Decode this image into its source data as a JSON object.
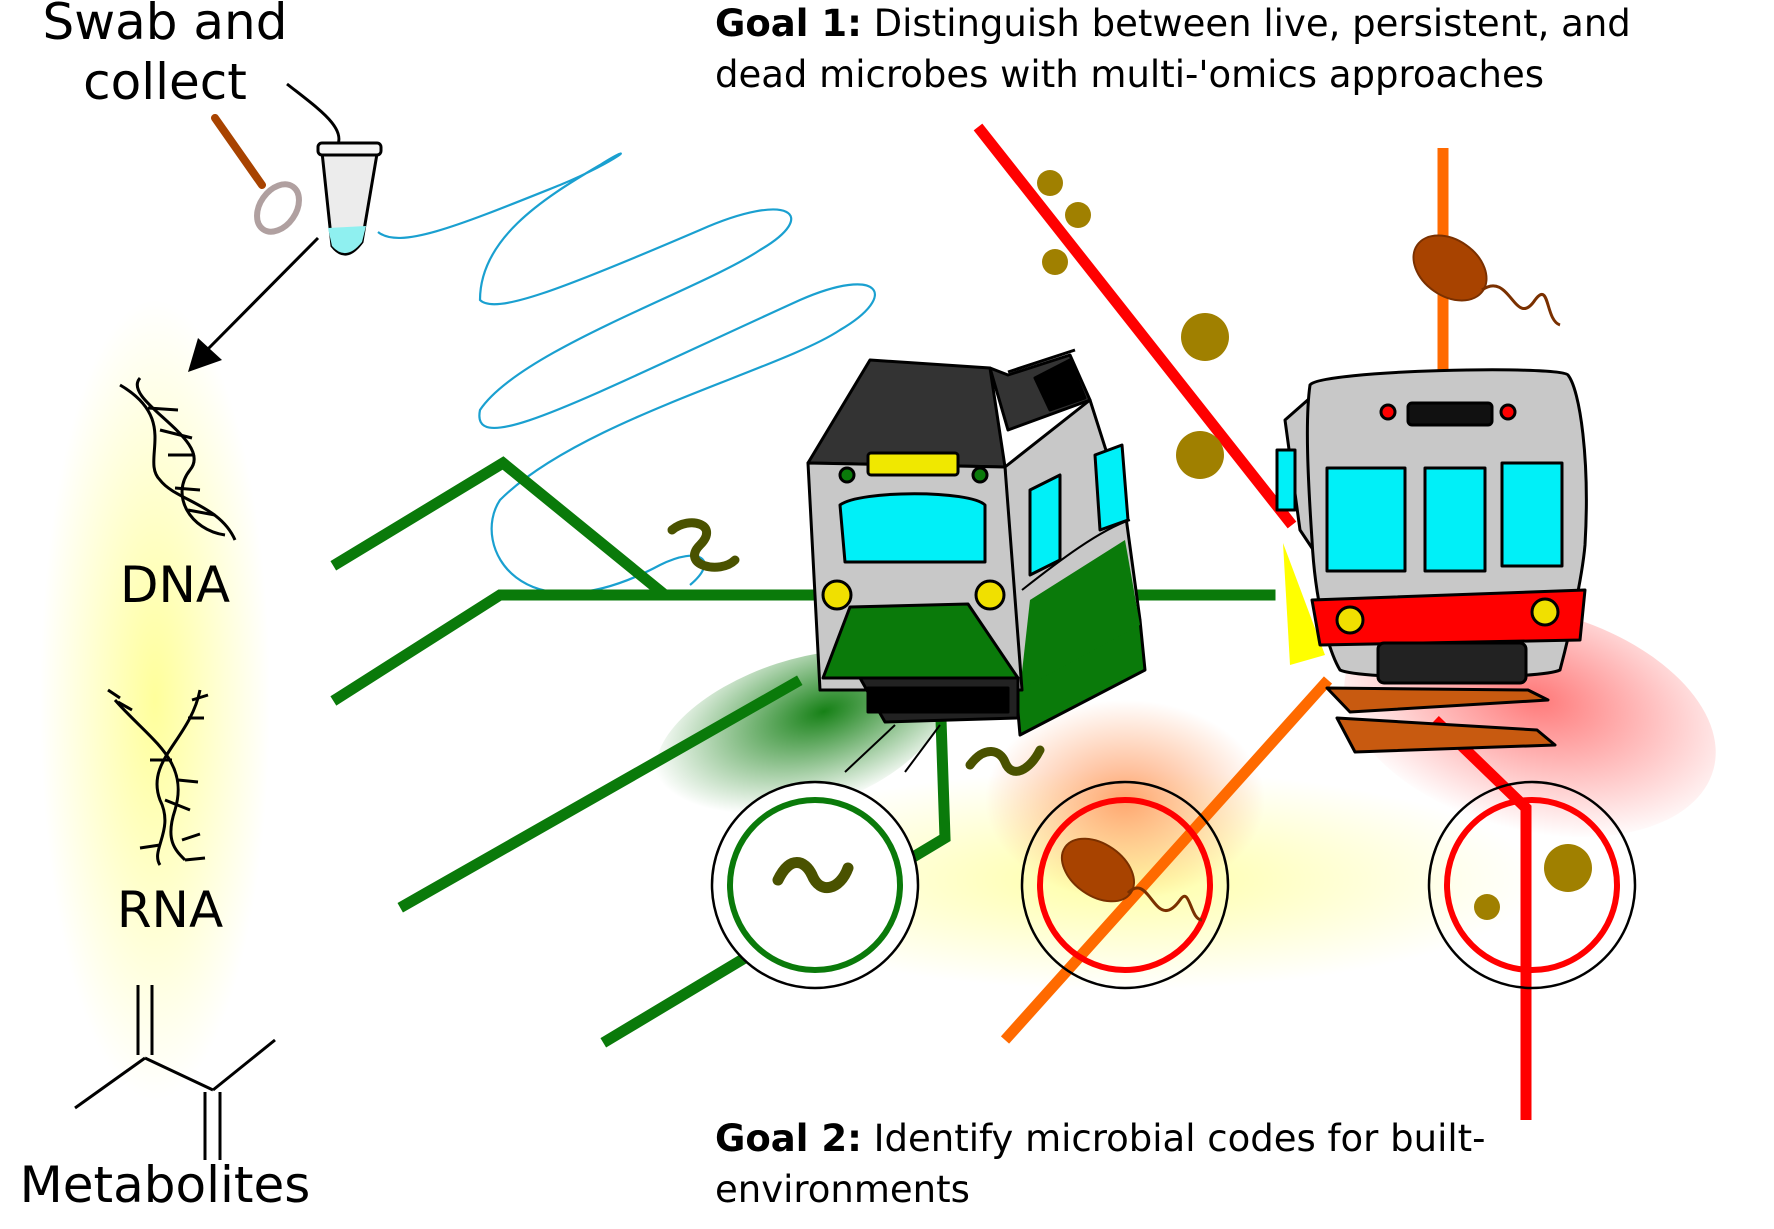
{
  "labels": {
    "swab_and_collect": "Swab and collect",
    "dna": "DNA",
    "rna": "RNA",
    "metabolites": "Metabolites"
  },
  "goals": {
    "goal1": {
      "label": "Goal 1:",
      "text": "Distinguish between live, persistent, and dead microbes with multi-'omics approaches"
    },
    "goal2": {
      "label": "Goal 2:",
      "text": "Identify microbial codes for built-environments"
    }
  },
  "colors": {
    "green_line": "#0a7a0a",
    "red_line": "#ff0000",
    "orange_line": "#ff6a00",
    "blue_thread": "#1aa0d0",
    "dark_green_microbe": "#4a5200",
    "brown_bacterium": "#a84300",
    "cocci": "#a08000",
    "train_body": "#c8c8c8",
    "train_window": "#00f0f8",
    "headlight": "#f0e000"
  },
  "icons": [
    "swab-icon",
    "tube-icon",
    "dna-helix-icon",
    "rna-strand-icon",
    "metabolite-structure-icon",
    "train-green-icon",
    "train-red-icon",
    "magnifier-icon",
    "bacterium-icon",
    "cocci-icon",
    "spirochete-icon"
  ]
}
